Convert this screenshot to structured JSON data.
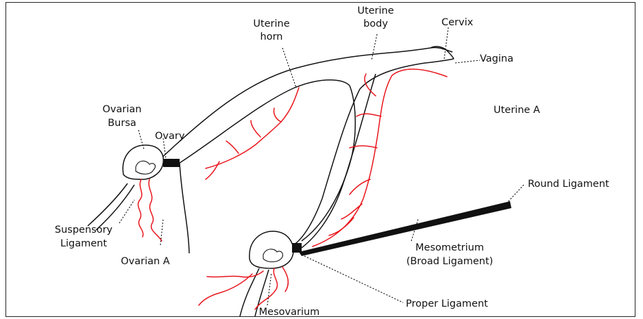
{
  "labels": {
    "uterine_horn": [
      "Uterine",
      "horn"
    ],
    "uterine_body": [
      "Uterine",
      "body"
    ],
    "cervix": "Cervix",
    "vagina": "Vagina",
    "uterine_a": "Uterine A",
    "ovarian_bursa": [
      "Ovarian",
      "Bursa"
    ],
    "ovary": "Ovary",
    "round_ligament": "Round Ligament",
    "suspensory_ligament": [
      "Suspensory",
      "Ligament"
    ],
    "ovarian_a": "Ovarian A",
    "mesometrium": [
      "Mesometrium",
      "(Broad Ligament)"
    ],
    "mesovarium": "Mesovarium",
    "proper_ligament": "Proper Ligament"
  },
  "colors": {
    "outline": "#111111",
    "vessels": "#e8141b",
    "background": "#ffffff"
  }
}
